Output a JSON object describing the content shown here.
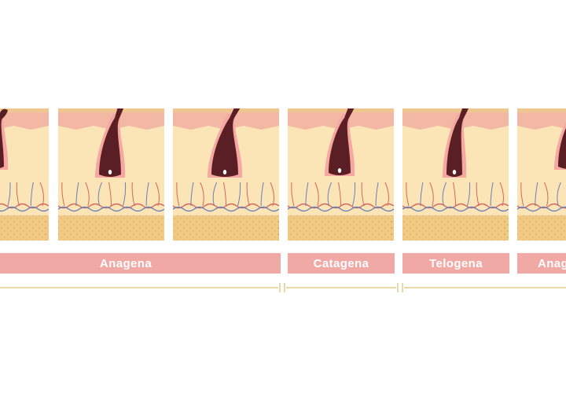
{
  "diagram": {
    "phases": [
      {
        "id": "anagen-left",
        "label": "Anagena"
      },
      {
        "id": "catagen",
        "label": "Catagena"
      },
      {
        "id": "telogen",
        "label": "Telogena"
      },
      {
        "id": "anagen-right",
        "label": "Anag"
      }
    ],
    "colors": {
      "epidermis": "#f2b8a4",
      "epidermis_top": "#efc690",
      "dermis": "#fbe5b6",
      "subcutis": "#f0c983",
      "hair": "#5a1f24",
      "follicle": "#f6a7a1",
      "vessel_red": "#d6665c",
      "vessel_blue": "#6d7fb7",
      "label_band": "#f1a9a6",
      "timeline": "#ead9a6"
    }
  }
}
